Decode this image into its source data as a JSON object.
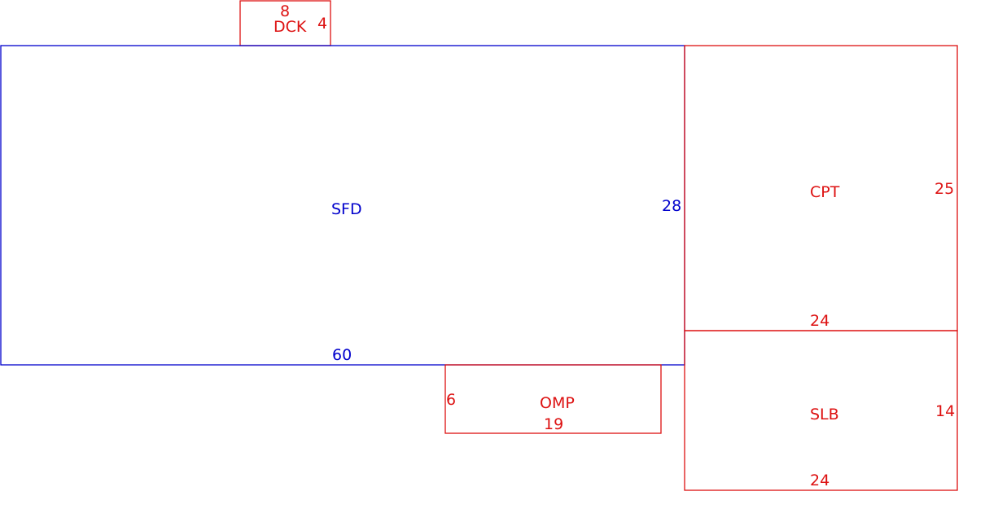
{
  "colors": {
    "main": "#0000cc",
    "addition": "#dd1111",
    "background": "#ffffff"
  },
  "areas": {
    "dck": {
      "code": "DCK",
      "top_dim": "8",
      "side_dim": "4"
    },
    "sfd": {
      "code": "SFD",
      "width_dim": "60",
      "depth_dim": "28"
    },
    "cpt": {
      "code": "CPT",
      "width_dim": "24",
      "depth_dim": "25"
    },
    "slb": {
      "code": "SLB",
      "width_dim": "24",
      "depth_dim": "14"
    },
    "omp": {
      "code": "OMP",
      "width_dim": "19",
      "depth_dim": "6"
    }
  }
}
